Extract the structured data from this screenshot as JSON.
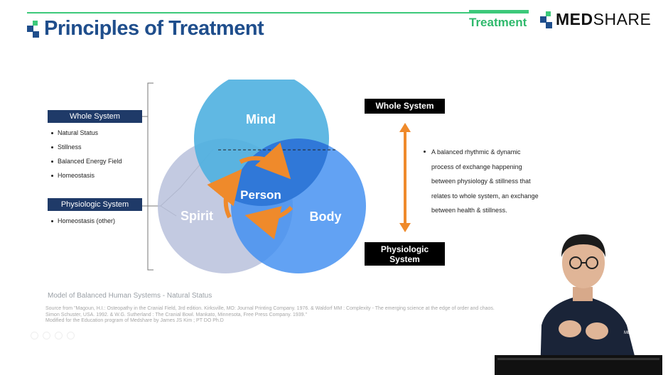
{
  "header": {
    "title": "Principles of Treatment",
    "section": "Treatment",
    "logo": {
      "strong": "MED",
      "rest": "SHARE"
    }
  },
  "left": {
    "groups": [
      {
        "label": "Whole System",
        "items": [
          "Natural Status",
          "Stillness",
          "Balanced Energy Field",
          "Homeostasis"
        ]
      },
      {
        "label": "Physiologic System",
        "items": [
          "Homeostasis (other)"
        ]
      }
    ]
  },
  "diagram": {
    "circles": [
      {
        "label": "Mind",
        "color": "#4fb0e0"
      },
      {
        "label": "Spirit",
        "color": "#b9c1dc"
      },
      {
        "label": "Body",
        "color": "#3f8ef0"
      }
    ],
    "center_label": "Person",
    "overlap_color": "#2a6fd0",
    "arrow_color": "#ef8a2b"
  },
  "right": {
    "top_label": "Whole System",
    "bottom_label_lines": [
      "Physiologic",
      "System"
    ],
    "description_lines": [
      "A balanced rhythmic & dynamic",
      "process of exchange happening",
      "between physiology & stillness that",
      "relates to whole system, an exchange",
      "between health & stillness."
    ],
    "arrow_color": "#ef8a2b"
  },
  "caption": "Model of Balanced Human Systems - Natural Status",
  "sources": [
    "Source from \"Magoun, H.I.: Osteopathy in the Cranial Field, 3rd edition. Kirksville, MO: Journal Printing Company. 1976. & Waldorf MM : Complexity - The emerging science at the edge of order and chaos.",
    "Simon Schuster, USA. 1992. & W.G. Sutherland : The Cranial Bowl. Mankato, Minnesota, Free Press Company. 1939.\"",
    "Modified for the Education program of Medshare by James JS Kim ; PT DO Ph.D"
  ],
  "presenter": {
    "shirt_logo": "MEDSHARE"
  },
  "colors": {
    "brand_navy": "#1f4e8c",
    "brand_green": "#3cc97a",
    "label_navy": "#1f3a68"
  }
}
